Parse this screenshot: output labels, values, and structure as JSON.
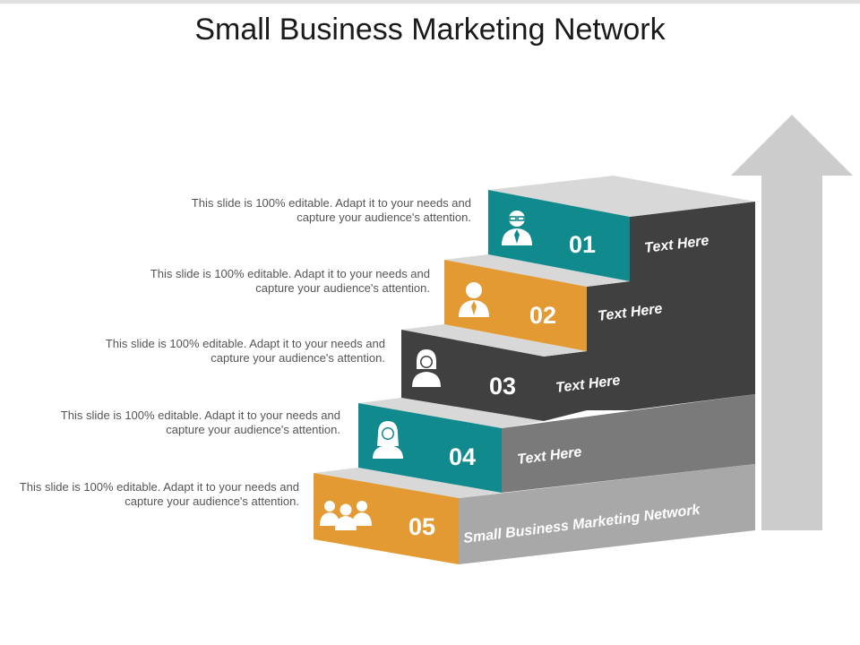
{
  "title": "Small Business Marketing Network",
  "colors": {
    "teal": "#118a8e",
    "orange": "#e39a33",
    "dark_gray": "#404040",
    "mid_gray": "#7a7a7a",
    "light_gray": "#a8a8a8",
    "top_face": "#d8d8d8",
    "arrow": "#cccccc"
  },
  "steps": [
    {
      "number": "01",
      "label": "Text Here",
      "description": "This slide is 100% editable. Adapt it to your needs and capture your audience's attention.",
      "icon": "businessman-glasses-icon"
    },
    {
      "number": "02",
      "label": "Text Here",
      "description": "This slide is 100% editable. Adapt it to your needs and capture your audience's attention.",
      "icon": "businessman-icon"
    },
    {
      "number": "03",
      "label": "Text Here",
      "description": "This slide is 100% editable. Adapt it to your needs and capture your audience's attention.",
      "icon": "woman-icon"
    },
    {
      "number": "04",
      "label": "Text Here",
      "description": "This slide is 100% editable. Adapt it to your needs and capture your audience's attention.",
      "icon": "woman-long-hair-icon"
    },
    {
      "number": "05",
      "label": "Small Business Marketing Network",
      "description": "This slide is 100% editable. Adapt it to your needs and capture your audience's attention.",
      "icon": "group-icon"
    }
  ]
}
